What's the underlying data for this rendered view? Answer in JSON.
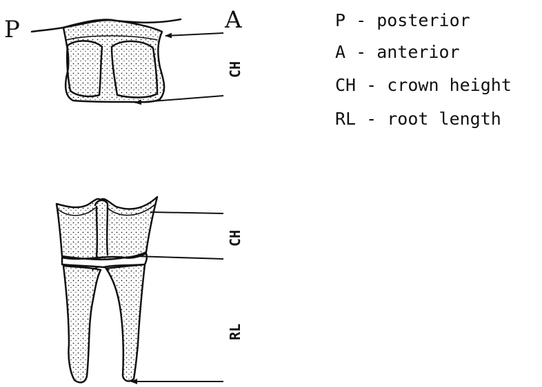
{
  "labels": {
    "posterior_letter": "P",
    "anterior_letter": "A",
    "top_crown_height": "CH",
    "bottom_crown_height": "CH",
    "root_length": "RL"
  },
  "legend": [
    {
      "text": "P - posterior"
    },
    {
      "text": "A - anterior"
    },
    {
      "text": "CH - crown height"
    },
    {
      "text": "RL - root length"
    }
  ]
}
